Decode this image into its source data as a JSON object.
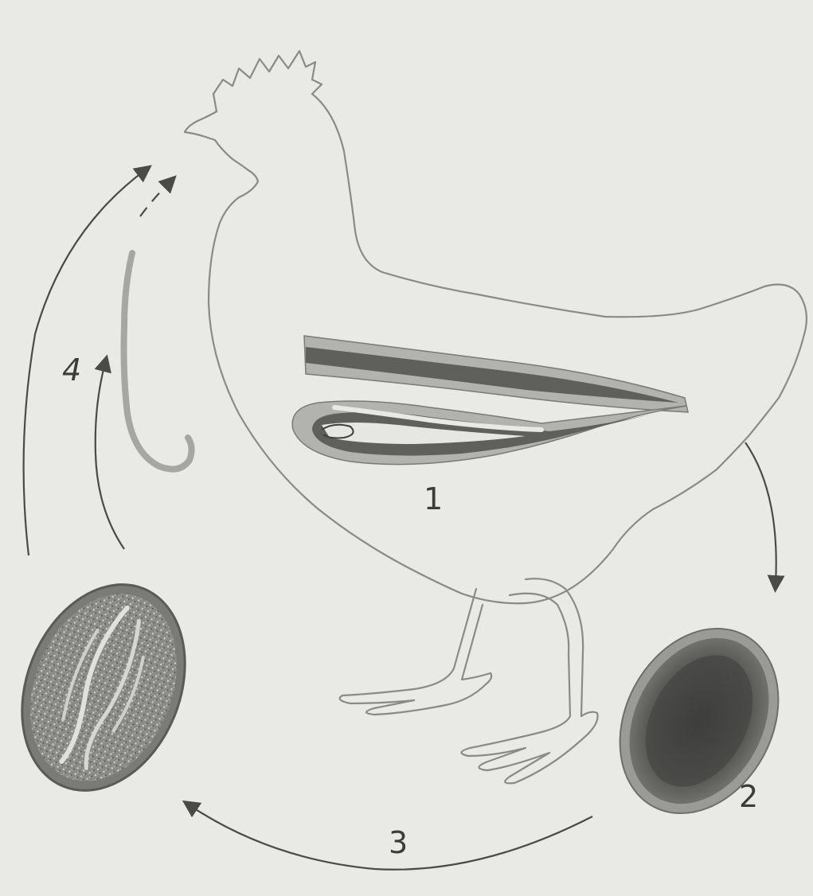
{
  "colors": {
    "background": "#e9e9e6",
    "outline": "#8a8a86",
    "intestine_dark": "#5f5f5c",
    "intestine_light": "#b2b2ae",
    "egg_dark": "#4e4e4b",
    "egg_shell": "#9a9a96",
    "arrow": "#4a4a47"
  },
  "labels": {
    "step1": "1",
    "step2": "2",
    "step3": "3",
    "step4": "4"
  },
  "figure": {
    "host": "chicken-outline",
    "organ": "intestine-cross-section",
    "stages": [
      "adult-worm-in-intestine",
      "unembryonated-egg",
      "embryonated-egg",
      "larva"
    ]
  }
}
